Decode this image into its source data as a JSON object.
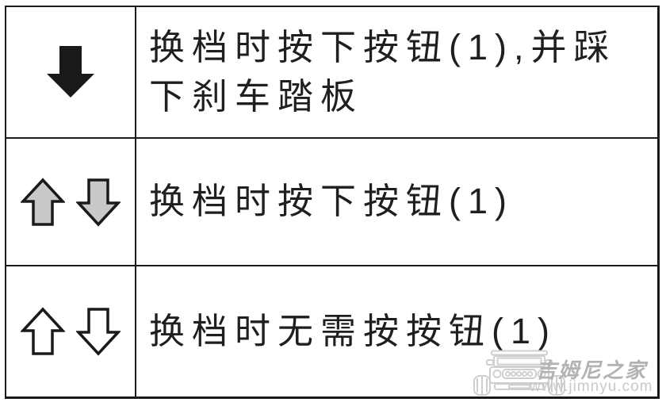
{
  "table": {
    "rows": [
      {
        "icon": "solid-down-arrow",
        "text": "换档时按下按钮(1),并踩下刹车踏板"
      },
      {
        "icon": "gray-up-arrow-and-gray-down-arrow",
        "text": "换档时按下按钮(1)"
      },
      {
        "icon": "outline-up-arrow-and-outline-down-arrow",
        "text": "换档时无需按按钮(1)"
      }
    ]
  },
  "watermark": {
    "logo": "jeep-front-icon",
    "brand": "吉姆尼之家",
    "url": "www.jimnyu.com"
  },
  "colors": {
    "border": "#1a1a1a",
    "text": "#1f1f1f",
    "arrow_solid_fill": "#1a1a1a",
    "arrow_gray_fill": "#c9c9c9",
    "arrow_outline_fill": "#ffffff",
    "arrow_stroke": "#1a1a1a",
    "watermark_brand": "#b2b2b2",
    "watermark_url": "#c9c9c9",
    "watermark_icon": "#cfcfcf"
  }
}
